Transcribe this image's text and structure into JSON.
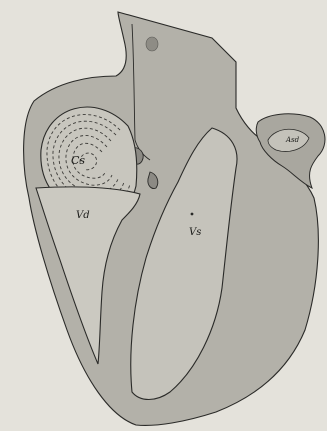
{
  "figure": {
    "labels": {
      "cs": "Cs",
      "vd": "Vd",
      "vs": "Vs",
      "asd": "Asd"
    },
    "colors": {
      "background": "#e4e2db",
      "tissue": "#b3b1a9",
      "tissue_dark": "#a9a79f",
      "cavity": "#cbc9c1",
      "outline": "#2a2a28"
    }
  }
}
